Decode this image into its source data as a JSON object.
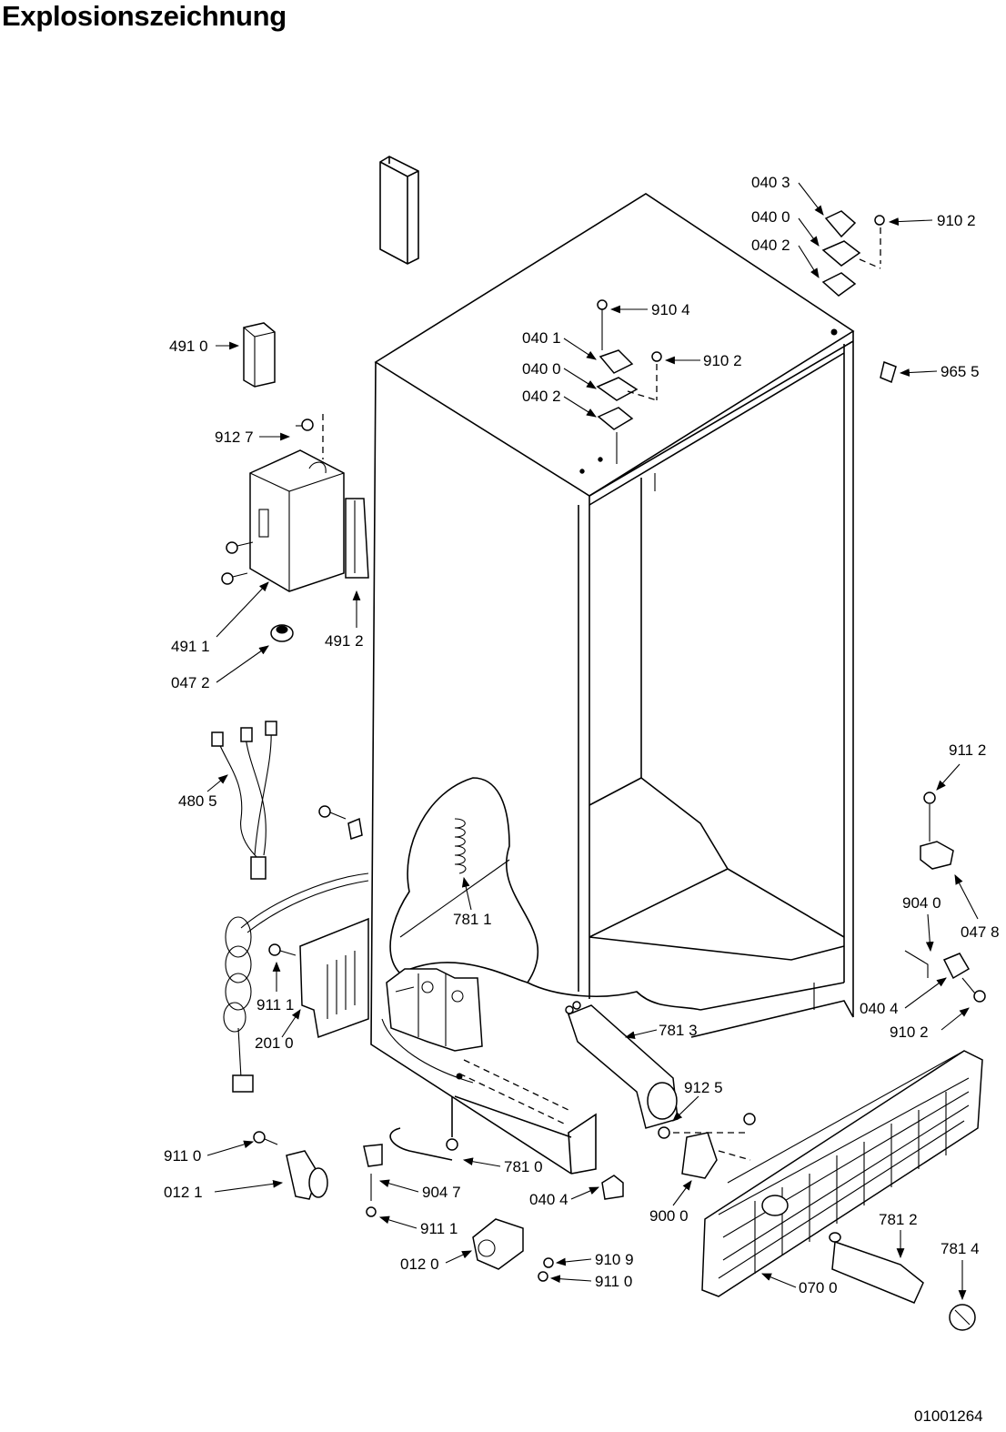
{
  "header": {
    "title": "Explosionszeichnung"
  },
  "footer": {
    "doc_number": "01001264"
  },
  "callouts": [
    {
      "id": "c-0403",
      "text": "040 3"
    },
    {
      "id": "c-0400a",
      "text": "040 0"
    },
    {
      "id": "c-0402a",
      "text": "040 2"
    },
    {
      "id": "c-9102a",
      "text": "910 2"
    },
    {
      "id": "c-9104",
      "text": "910 4"
    },
    {
      "id": "c-0401",
      "text": "040 1"
    },
    {
      "id": "c-9102b",
      "text": "910 2"
    },
    {
      "id": "c-0400b",
      "text": "040 0"
    },
    {
      "id": "c-0402b",
      "text": "040 2"
    },
    {
      "id": "c-9655",
      "text": "965 5"
    },
    {
      "id": "c-4910",
      "text": "491 0"
    },
    {
      "id": "c-9127",
      "text": "912 7"
    },
    {
      "id": "c-4911",
      "text": "491 1"
    },
    {
      "id": "c-4912",
      "text": "491 2"
    },
    {
      "id": "c-0472",
      "text": "047 2"
    },
    {
      "id": "c-4805",
      "text": "480 5"
    },
    {
      "id": "c-9112a",
      "text": "911 2"
    },
    {
      "id": "c-9040",
      "text": "904 0"
    },
    {
      "id": "c-0478",
      "text": "047 8"
    },
    {
      "id": "c-7811",
      "text": "781 1"
    },
    {
      "id": "c-9111a",
      "text": "911 1"
    },
    {
      "id": "c-2010",
      "text": "201 0"
    },
    {
      "id": "c-7813",
      "text": "781 3"
    },
    {
      "id": "c-0404a",
      "text": "040 4"
    },
    {
      "id": "c-9102c",
      "text": "910 2"
    },
    {
      "id": "c-9125",
      "text": "912 5"
    },
    {
      "id": "c-9110a",
      "text": "911 0"
    },
    {
      "id": "c-0121",
      "text": "012 1"
    },
    {
      "id": "c-7810",
      "text": "781 0"
    },
    {
      "id": "c-9047",
      "text": "904 7"
    },
    {
      "id": "c-0404b",
      "text": "040 4"
    },
    {
      "id": "c-9000",
      "text": "900 0"
    },
    {
      "id": "c-9111b",
      "text": "911 1"
    },
    {
      "id": "c-0120",
      "text": "012 0"
    },
    {
      "id": "c-9109",
      "text": "910 9"
    },
    {
      "id": "c-9110b",
      "text": "911 0"
    },
    {
      "id": "c-7812",
      "text": "781 2"
    },
    {
      "id": "c-7814",
      "text": "781 4"
    },
    {
      "id": "c-0700",
      "text": "070 0"
    }
  ]
}
